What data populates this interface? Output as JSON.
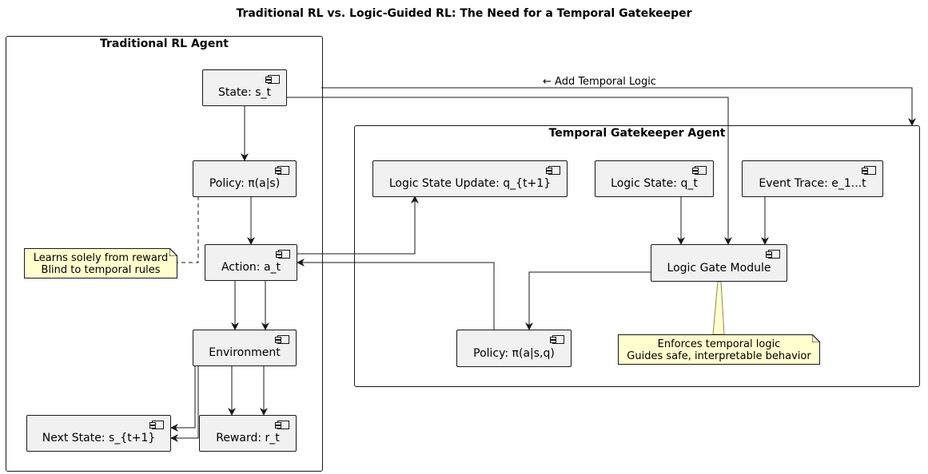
{
  "title": "Traditional RL vs. Logic-Guided RL: The Need for a Temporal Gatekeeper",
  "traditional": {
    "title": "Traditional RL Agent",
    "state": "State: s_t",
    "policy": "Policy: π(a|s)",
    "action": "Action: a_t",
    "environment": "Environment",
    "next_state": "Next State: s_{t+1}",
    "reward": "Reward: r_t",
    "note": [
      "Learns solely from reward",
      "Blind to temporal rules"
    ]
  },
  "gatekeeper": {
    "title": "Temporal Gatekeeper Agent",
    "logic_update": "Logic State Update: q_{t+1}",
    "logic_state": "Logic State: q_t",
    "event_trace": "Event Trace: e_1...t",
    "logic_gate": "Logic Gate Module",
    "policy": "Policy: π(a|s,q)",
    "note": [
      "Enforces temporal logic",
      "Guides safe, interpretable behavior"
    ]
  },
  "edge_label": "← Add Temporal Logic",
  "colors": {
    "component_fill": "#f1f1f1",
    "note_fill": "#fefece",
    "stroke": "#181818"
  }
}
